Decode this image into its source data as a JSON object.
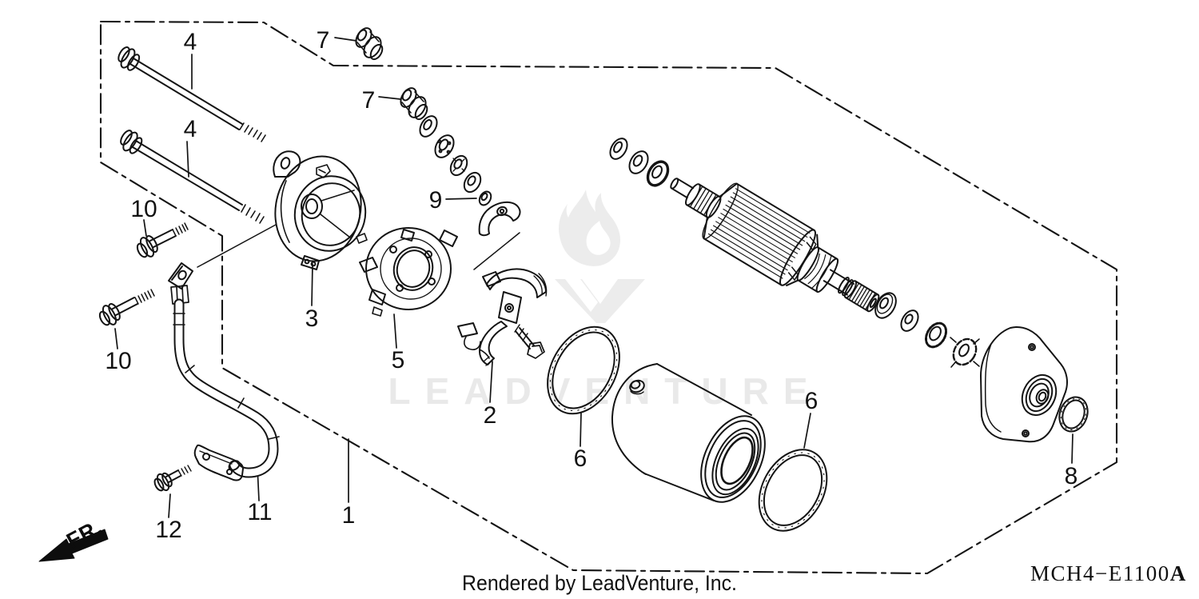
{
  "diagram": {
    "background": "#ffffff",
    "line_color": "#141414",
    "watermark": {
      "text": "LEADVENTURE",
      "color": "#e9e9e9",
      "logo_icon": "flame-v-icon"
    },
    "orientation": {
      "label": "FR."
    },
    "footer": {
      "credit": "Rendered by LeadVenture, Inc.",
      "part_code": "MCH4−E1100",
      "part_code_suffix": "A"
    },
    "callouts": [
      {
        "id": "4-top",
        "label": "4"
      },
      {
        "id": "4-bottom",
        "label": "4"
      },
      {
        "id": "7-top",
        "label": "7"
      },
      {
        "id": "7-middle",
        "label": "7"
      },
      {
        "id": "9",
        "label": "9"
      },
      {
        "id": "10-upper",
        "label": "10"
      },
      {
        "id": "10-lower",
        "label": "10"
      },
      {
        "id": "3",
        "label": "3"
      },
      {
        "id": "5",
        "label": "5"
      },
      {
        "id": "2",
        "label": "2"
      },
      {
        "id": "6-left",
        "label": "6"
      },
      {
        "id": "6-right",
        "label": "6"
      },
      {
        "id": "1",
        "label": "1"
      },
      {
        "id": "11",
        "label": "11"
      },
      {
        "id": "12",
        "label": "12"
      },
      {
        "id": "8",
        "label": "8"
      }
    ]
  }
}
